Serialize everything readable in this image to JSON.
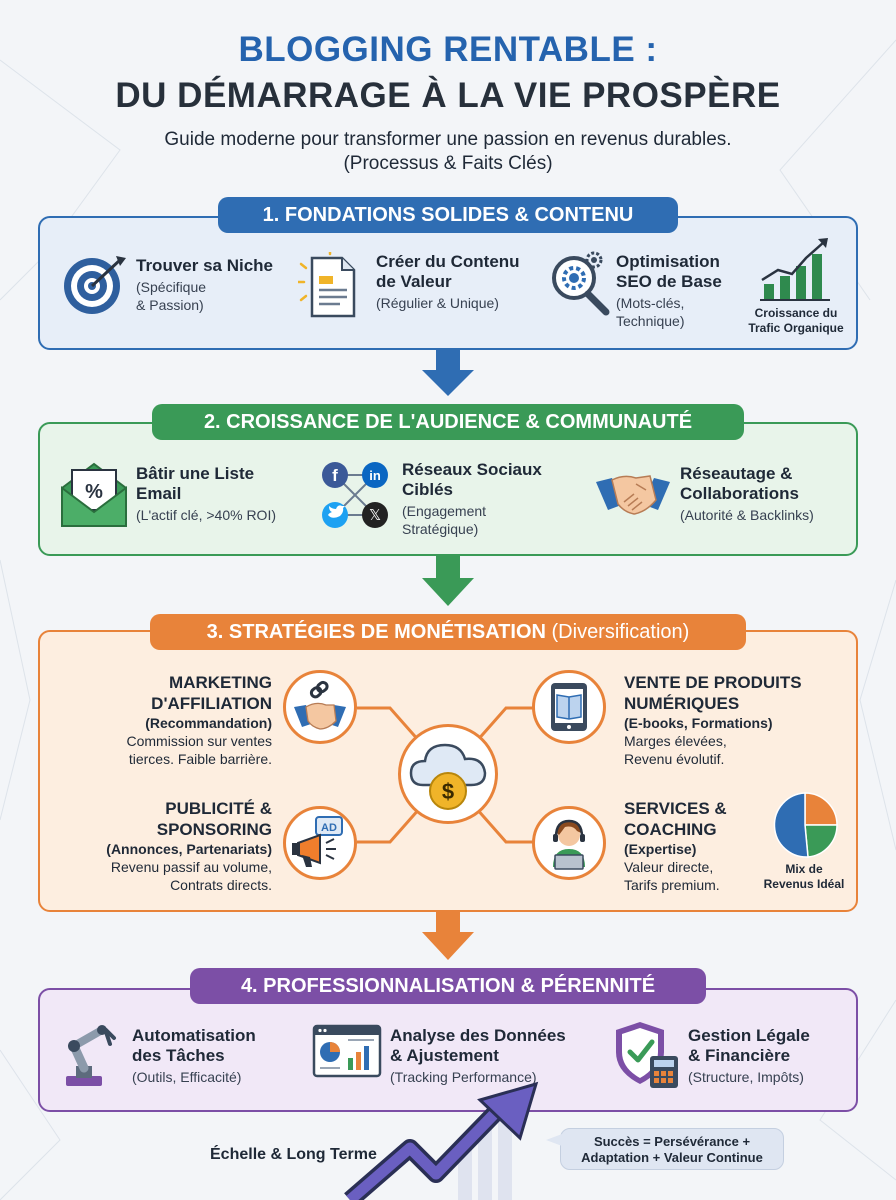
{
  "header": {
    "title_line1": "BLOGGING RENTABLE :",
    "title_line2": "DU DÉMARRAGE À LA VIE PROSPÈRE",
    "subtitle_line1": "Guide moderne pour transformer une passion en revenus durables.",
    "subtitle_line2": "(Processus & Faits Clés)"
  },
  "colors": {
    "blue": "#2f6db3",
    "green": "#3a9a57",
    "orange": "#e8833a",
    "purple": "#7c4fa6"
  },
  "section1": {
    "title": "1. FONDATIONS SOLIDES & CONTENU",
    "items": [
      {
        "title_l1": "Trouver sa Niche",
        "title_l2": "",
        "sub_l1": "(Spécifique",
        "sub_l2": "& Passion)",
        "icon": "target-icon"
      },
      {
        "title_l1": "Créer du Contenu",
        "title_l2": "de Valeur",
        "sub_l1": "(Régulier & Unique)",
        "sub_l2": "",
        "icon": "document-icon"
      },
      {
        "title_l1": "Optimisation",
        "title_l2": "SEO de Base",
        "sub_l1": "(Mots-clés,",
        "sub_l2": "Technique)",
        "icon": "seo-gear-icon"
      }
    ],
    "chart_caption_l1": "Croissance du",
    "chart_caption_l2": "Trafic Organique"
  },
  "section2": {
    "title": "2. CROISSANCE DE L'AUDIENCE & COMMUNAUTÉ",
    "items": [
      {
        "title_l1": "Bâtir une Liste",
        "title_l2": "Email",
        "sub_l1": "(L'actif clé, >40% ROI)",
        "sub_l2": "",
        "icon": "email-icon"
      },
      {
        "title_l1": "Réseaux Sociaux",
        "title_l2": "Ciblés",
        "sub_l1": "(Engagement",
        "sub_l2": "Stratégique)",
        "icon": "social-network-icon"
      },
      {
        "title_l1": "Réseautage &",
        "title_l2": "Collaborations",
        "sub_l1": "(Autorité & Backlinks)",
        "sub_l2": "",
        "icon": "handshake-icon"
      }
    ],
    "social_labels": {
      "facebook": "f",
      "linkedin": "in",
      "x": "𝕏"
    }
  },
  "section3": {
    "title": "3. STRATÉGIES DE MONÉTISATION",
    "title_light": "(Diversification)",
    "affiliation": {
      "t1": "MARKETING",
      "t2": "D'AFFILIATION",
      "bold": "(Recommandation)",
      "l1": "Commission sur ventes",
      "l2": "tierces. Faible barrière."
    },
    "products": {
      "t1": "VENTE DE PRODUITS",
      "t2": "NUMÉRIQUES",
      "bold": "(E-books, Formations)",
      "l1": "Marges élevées,",
      "l2": "Revenu évolutif."
    },
    "ads": {
      "t1": "PUBLICITÉ &",
      "t2": "SPONSORING",
      "bold": "(Annonces, Partenariats)",
      "l1": "Revenu passif au volume,",
      "l2": "Contrats directs.",
      "ad_label": "AD"
    },
    "services": {
      "t1": "SERVICES &",
      "t2": "COACHING",
      "bold": "(Expertise)",
      "l1": "Valeur directe,",
      "l2": "Tarifs premium."
    },
    "center_symbol": "$",
    "pie_caption_l1": "Mix de",
    "pie_caption_l2": "Revenus Idéal"
  },
  "section4": {
    "title": "4. PROFESSIONNALISATION & PÉRENNITÉ",
    "items": [
      {
        "title_l1": "Automatisation",
        "title_l2": "des Tâches",
        "sub_l1": "(Outils, Efficacité)",
        "icon": "robot-arm-icon"
      },
      {
        "title_l1": "Analyse des Données",
        "title_l2": "& Ajustement",
        "sub_l1": "(Tracking Performance)",
        "icon": "analytics-dashboard-icon"
      },
      {
        "title_l1": "Gestion Légale",
        "title_l2": "& Financière",
        "sub_l1": "(Structure, Impôts)",
        "icon": "shield-calculator-icon"
      }
    ]
  },
  "footer": {
    "scale_label": "Échelle & Long Terme",
    "note_l1": "Succès = Persévérance +",
    "note_l2": "Adaptation + Valeur Continue"
  }
}
